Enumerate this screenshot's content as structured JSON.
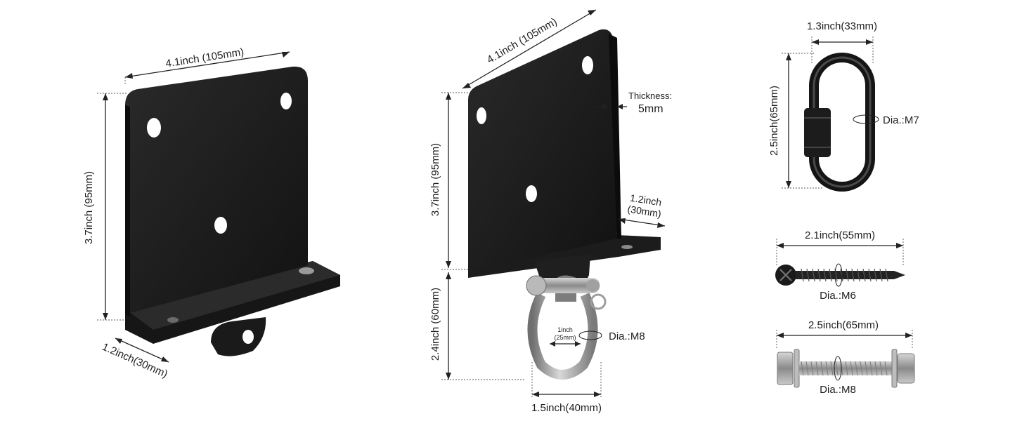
{
  "bracket_front": {
    "width_label": "4.1inch (105mm)",
    "height_label": "3.7inch (95mm)",
    "flange_label": "1.2inch(30mm)"
  },
  "bracket_side": {
    "width_label": "4.1inch (105mm)",
    "thickness_title": "Thickness:",
    "thickness_value": "5mm",
    "height_label": "3.7inch (95mm)",
    "flange_line1": "1.2inch",
    "flange_line2": "(30mm)",
    "shackle_height_label": "2.4inch (60mm)",
    "shackle_inner_line1": "1inch",
    "shackle_inner_line2": "(25mm)",
    "shackle_dia_label": "Dia.:M8",
    "shackle_width_label": "1.5inch(40mm)"
  },
  "quick_link": {
    "width_label": "1.3inch(33mm)",
    "height_label": "2.5inch(65mm)",
    "dia_label": "Dia.:M7"
  },
  "lag_screw": {
    "length_label": "2.1inch(55mm)",
    "dia_label": "Dia.:M6"
  },
  "hex_bolt": {
    "length_label": "2.5inch(65mm)",
    "dia_label": "Dia.:M8"
  },
  "colors": {
    "plate_black": "#1b1b1b",
    "steel": "#9a9a9a",
    "dimension_line": "#222222"
  }
}
